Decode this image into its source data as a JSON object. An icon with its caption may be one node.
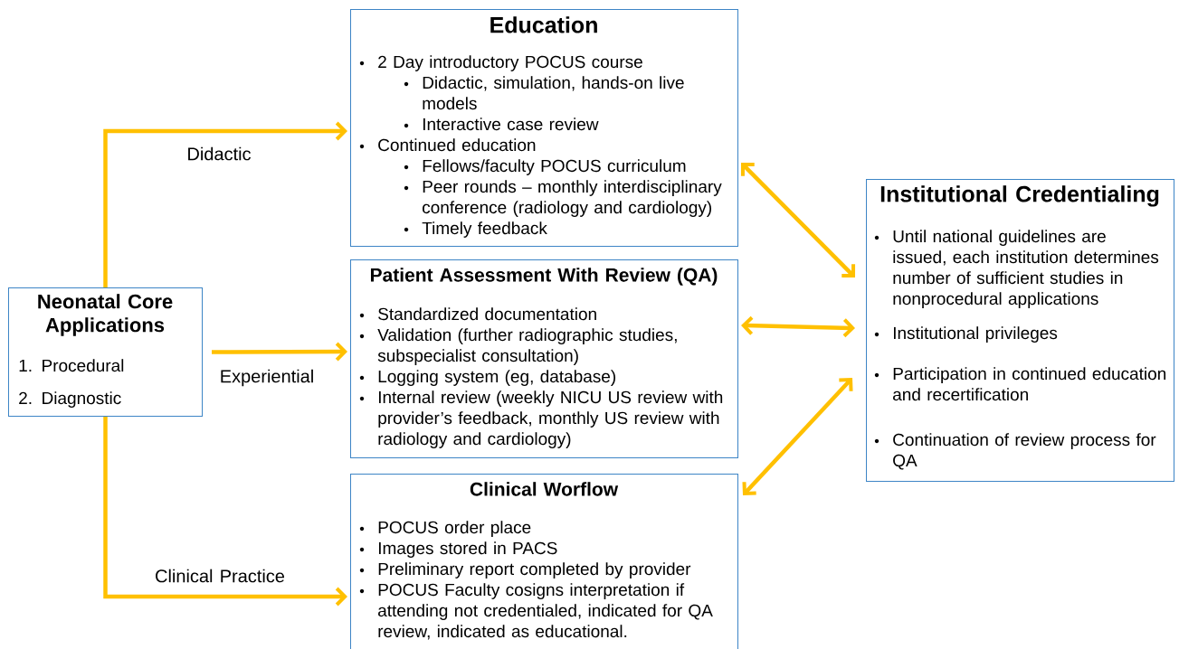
{
  "diagram": {
    "nodes": [
      {
        "text": [
          "Neonatal Core Applications",
          "1. Procedural",
          "2. Diagnostic"
        ]
      },
      {
        "text": [
          "Education",
          "2 Day introductory POCUS course",
          "Didactic, simulation, hands-on live models",
          "Interactive case review",
          "Continued education",
          "Fellows/faculty POCUS curriculum",
          "Peer rounds – monthly interdisciplinary conference (radiology and cardiology)",
          "Timely feedback"
        ]
      },
      {
        "text": [
          "Patient Assessment With Review (QA)",
          "Standardized documentation",
          "Validation (further radiographic studies, subspecialist consultation)",
          "Logging system (eg, database)",
          "Internal review (weekly NICU US review with provider’s feedback, monthly US review with radiology and cardiology)"
        ]
      },
      {
        "text": [
          "Clinical Worflow",
          "POCUS order place",
          "Images stored in PACS",
          "Preliminary report completed by provider",
          "POCUS Faculty cosigns interpretation if attending not credentialed, indicated for QA review, indicated as educational."
        ]
      },
      {
        "text": [
          "Institutional Credentialing",
          "Until national guidelines are issued, each institution determines number of sufficient studies in nonprocedural applications",
          "Institutional privileges",
          "Participation in continued education and recertification",
          "Continuation of review process for QA"
        ]
      }
    ],
    "edges": [
      {
        "from": 0,
        "to": 1,
        "arrow": "to",
        "label": "Didactic"
      },
      {
        "from": 0,
        "to": 2,
        "arrow": "to",
        "label": "Experiential"
      },
      {
        "from": 0,
        "to": 3,
        "arrow": "to",
        "label": "Clinical Practice"
      },
      {
        "from": 1,
        "to": 4,
        "arrow": "both"
      },
      {
        "from": 2,
        "to": 4,
        "arrow": "both"
      },
      {
        "from": 3,
        "to": 4,
        "arrow": "both"
      }
    ]
  }
}
